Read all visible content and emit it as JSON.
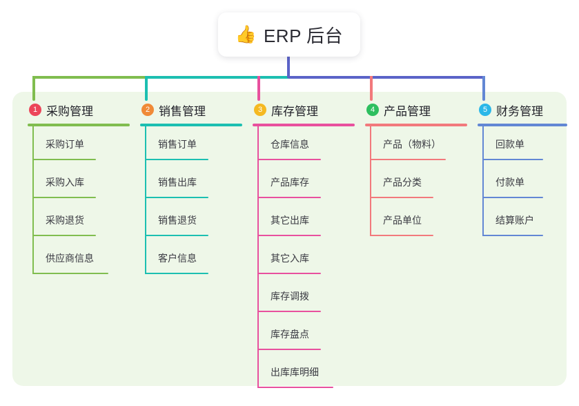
{
  "root": {
    "icon": "thumbs-up-icon",
    "emoji": "👍",
    "title": "ERP 后台"
  },
  "palette": {
    "panel_bg": "#eef7e8",
    "trunk": "#5b63c8",
    "green": "#80bd4f",
    "teal": "#1cbfb1",
    "pink": "#e8509e",
    "salmon": "#f2797c",
    "blue": "#6287d4",
    "badge_red": "#ec4559",
    "badge_orange": "#f08a37",
    "badge_amber": "#f5b921",
    "badge_green": "#2ebf5f",
    "badge_cyan": "#2bb7e8",
    "text": "#3a3a42"
  },
  "columns": [
    {
      "number": "1",
      "title": "采购管理",
      "badge_color": "#ec4559",
      "line_color": "#80bd4f",
      "items": [
        "采购订单",
        "采购入库",
        "采购退货",
        "供应商信息"
      ]
    },
    {
      "number": "2",
      "title": "销售管理",
      "badge_color": "#f08a37",
      "line_color": "#1cbfb1",
      "items": [
        "销售订单",
        "销售出库",
        "销售退货",
        "客户信息"
      ]
    },
    {
      "number": "3",
      "title": "库存管理",
      "badge_color": "#f5b921",
      "line_color": "#e8509e",
      "items": [
        "仓库信息",
        "产品库存",
        "其它出库",
        "其它入库",
        "库存调拨",
        "库存盘点",
        "出库库明细"
      ]
    },
    {
      "number": "4",
      "title": "产品管理",
      "badge_color": "#2ebf5f",
      "line_color": "#f2797c",
      "items": [
        "产品（物料）",
        "产品分类",
        "产品单位"
      ]
    },
    {
      "number": "5",
      "title": "财务管理",
      "badge_color": "#2bb7e8",
      "line_color": "#6287d4",
      "items": [
        "回款单",
        "付款单",
        "结算账户"
      ]
    }
  ]
}
